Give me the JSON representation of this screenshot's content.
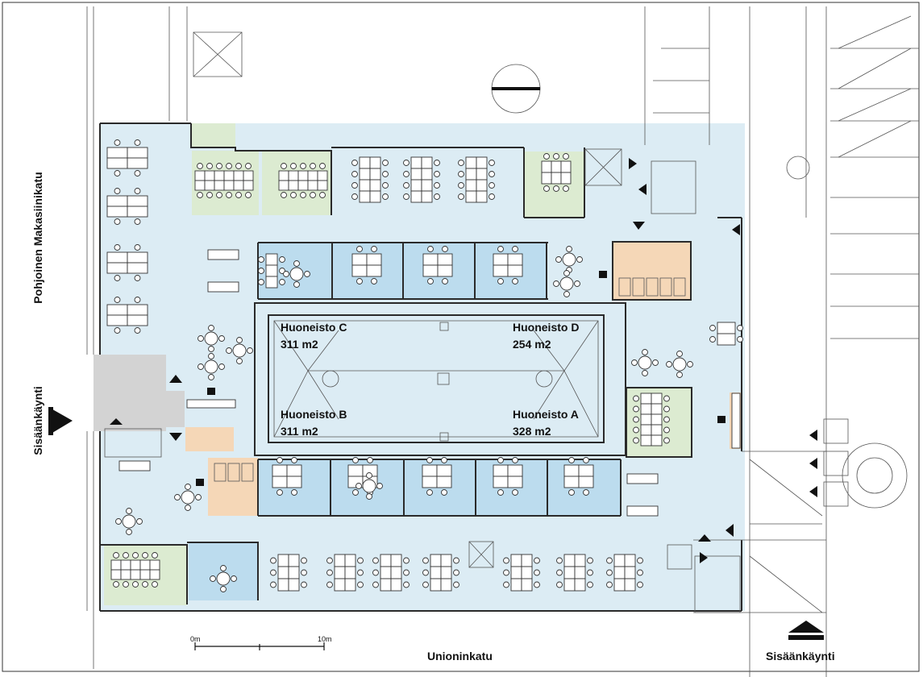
{
  "streets": {
    "west": "Pohjoinen Makasiinikatu",
    "south": "Unioninkatu"
  },
  "entrances": {
    "west": "Sisäänkäynti",
    "south": "Sisäänkäynti"
  },
  "apartments": [
    {
      "name": "Huoneisto C",
      "area": "311 m2"
    },
    {
      "name": "Huoneisto D",
      "area": "254 m2"
    },
    {
      "name": "Huoneisto B",
      "area": "311 m2"
    },
    {
      "name": "Huoneisto A",
      "area": "328 m2"
    }
  ],
  "scale": {
    "start": "0m",
    "end": "10m"
  },
  "colors": {
    "open_office": "#dcecf4",
    "enclosed_room": "#bcdcee",
    "meeting_room": "#dcebd1",
    "wc": "#f5d7b7",
    "stair_core": "#d3d3d3"
  }
}
